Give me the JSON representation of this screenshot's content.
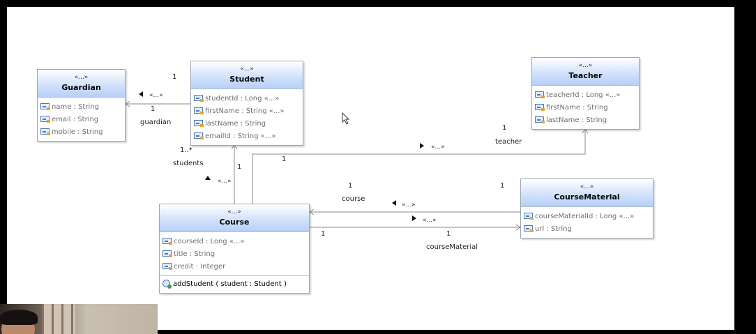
{
  "classes": {
    "guardian": {
      "stereotype": "«...»",
      "name": "Guardian",
      "attributes": [
        "name : String",
        "email : String",
        "mobile : String"
      ]
    },
    "student": {
      "stereotype": "«...»",
      "name": "Student",
      "attributes": [
        "studentId : Long «...»",
        "firstName : String «...»",
        "lastName : String",
        "emailId : String «...»"
      ]
    },
    "teacher": {
      "stereotype": "«...»",
      "name": "Teacher",
      "attributes": [
        "teacherId : Long «...»",
        "firstName : String",
        "lastName : String"
      ]
    },
    "course": {
      "stereotype": "«...»",
      "name": "Course",
      "attributes": [
        "courseId : Long «...»",
        "title : String",
        "credit : Integer"
      ],
      "operations": [
        "addStudent ( student : Student )"
      ]
    },
    "course_material": {
      "stereotype": "«...»",
      "name": "CourseMaterial",
      "attributes": [
        "courseMaterialId : Long «...»",
        "url : String"
      ]
    }
  },
  "associations": {
    "student_guardian": {
      "stereotype": "«...»",
      "mult_student": "1",
      "mult_guardian": "1",
      "role": "guardian"
    },
    "course_student": {
      "stereotype": "«...»",
      "mult_student": "1..*",
      "mult_course": "1",
      "role": "students"
    },
    "course_teacher": {
      "stereotype": "«...»",
      "mult_course": "1",
      "mult_teacher": "1",
      "role": "teacher"
    },
    "material_course": {
      "stereotype": "«...»",
      "mult_course": "1",
      "mult_material": "1",
      "role": "course"
    },
    "course_material": {
      "stereotype": "«...»",
      "mult_course": "1",
      "mult_material": "1",
      "role": "courseMaterial"
    }
  },
  "colors": {
    "header_top": "#ffffff",
    "header_bottom": "#b7cff7",
    "edge": "#8a8a8a",
    "attribute_text": "#6f6f6f"
  }
}
